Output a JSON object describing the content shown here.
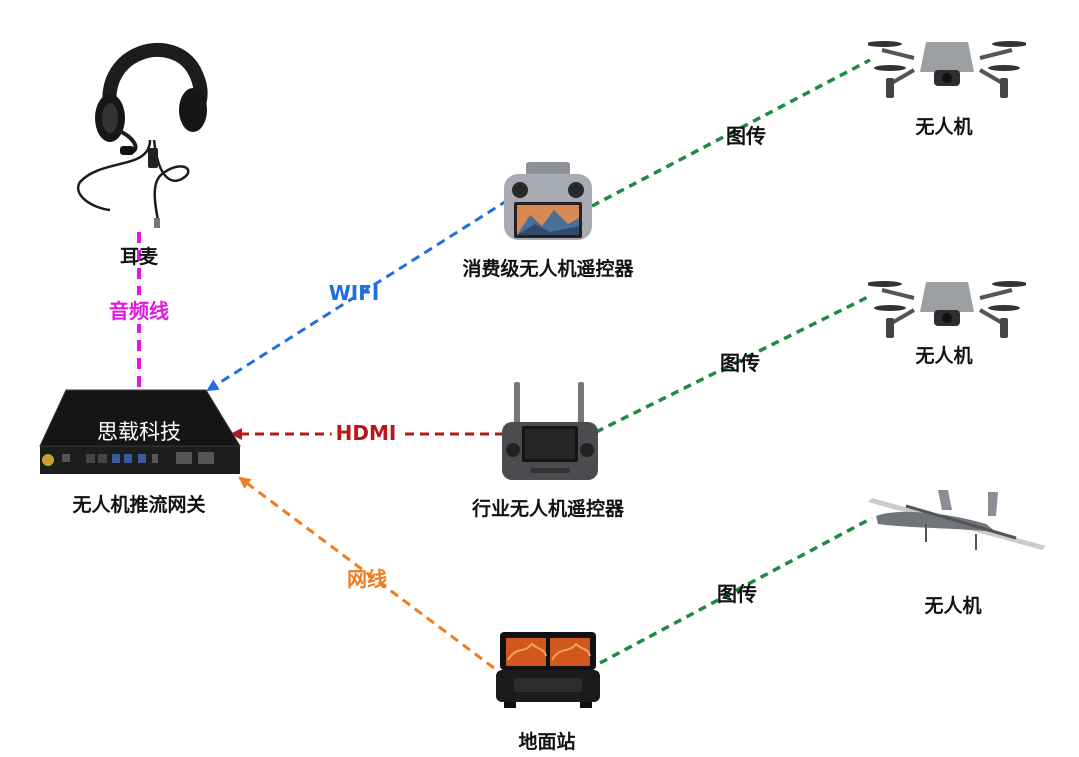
{
  "colors": {
    "green_link": "#1f8a45",
    "blue_link": "#1f6fe0",
    "red_link": "#b51818",
    "orange_link": "#f07c1e",
    "magenta_link": "#e019e0",
    "device_dark": "#1e1e1e"
  },
  "nodes": {
    "headset": {
      "label": "耳麦",
      "icon": "headset-icon"
    },
    "gateway": {
      "label": "无人机推流网关",
      "brand": "思载科技",
      "icon": "gateway-box-icon"
    },
    "consumer_rc": {
      "label": "消费级无人机遥控器",
      "icon": "consumer-remote-icon"
    },
    "industry_rc": {
      "label": "行业无人机遥控器",
      "icon": "industry-remote-icon"
    },
    "ground_station": {
      "label": "地面站",
      "icon": "ground-station-icon"
    },
    "drone_1": {
      "label": "无人机",
      "icon": "quadcopter-icon"
    },
    "drone_2": {
      "label": "无人机",
      "icon": "quadcopter-icon"
    },
    "drone_3": {
      "label": "无人机",
      "icon": "fixed-wing-vtol-icon"
    }
  },
  "links": {
    "audio": {
      "label": "音频线"
    },
    "wifi": {
      "label": "WIFI"
    },
    "hdmi": {
      "label": "HDMI"
    },
    "ethernet": {
      "label": "网线"
    },
    "video_1": {
      "label": "图传"
    },
    "video_2": {
      "label": "图传"
    },
    "video_3": {
      "label": "图传"
    }
  }
}
